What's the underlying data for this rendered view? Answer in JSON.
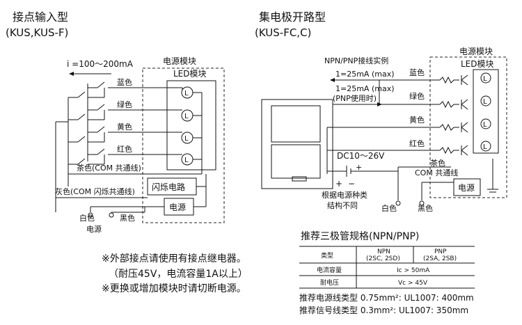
{
  "left": {
    "title": "接点输入型",
    "subtitle": "(KUS,KUS-F)",
    "current": "i =100～200mA",
    "power_module": "电源模块",
    "led_module": "LED模块",
    "colors": [
      "蓝色",
      "绿色",
      "黄色",
      "红色"
    ],
    "brown_common": "茶色(COM 共通线)",
    "gray_common": "灰色(COM 闪烁共通线)",
    "flash_circuit": "闪烁电路",
    "power": "电源",
    "white": "白色",
    "black": "黑色",
    "power_label": "电源",
    "led_glyph": "L"
  },
  "right": {
    "title": "集电极开路型",
    "subtitle": "(KUS-FC,C)",
    "example": "NPN/PNP接线实例",
    "current1": "1=25mA (max)",
    "current2": "1=25mA (max)",
    "pnp_use": "(PNP使用时)",
    "power_module": "电源模块",
    "led_module": "LED模块",
    "colors": [
      "蓝色",
      "绿色",
      "黄色",
      "红色"
    ],
    "dc": "DC10～26V",
    "brown": "茶色",
    "com": "COM 共通线",
    "power": "电源",
    "load_note_1": "根据电源种类",
    "load_note_2": "结构不同",
    "white": "白色",
    "black": "黑色",
    "plus": "+",
    "minus": "−",
    "led_glyph": "L"
  },
  "notes": [
    "※外部接点请使用有接点继电器。",
    "（耐压45V，电流容量1A以上）",
    "※更换或增加模块时请切断电源。"
  ],
  "spec": {
    "title": "推荐三极管规格(NPN/PNP)",
    "header": [
      "类型",
      "NPN\n(2SC, 2SD)",
      "PNP\n(2SA, 2SB)"
    ],
    "npn_name": "NPN",
    "npn_parts": "(2SC, 2SD)",
    "pnp_name": "PNP",
    "pnp_parts": "(2SA, 2SB)",
    "rows": [
      {
        "label": "电流容量",
        "value": "Ic > 50mA"
      },
      {
        "label": "耐电压",
        "value": "Vc > 45V"
      }
    ],
    "cable1": "推荐电源线类型 0.75mm²: UL1007: 400mm",
    "cable2": "推荐信号线类型 0.3mm²: UL1007: 350mm"
  }
}
